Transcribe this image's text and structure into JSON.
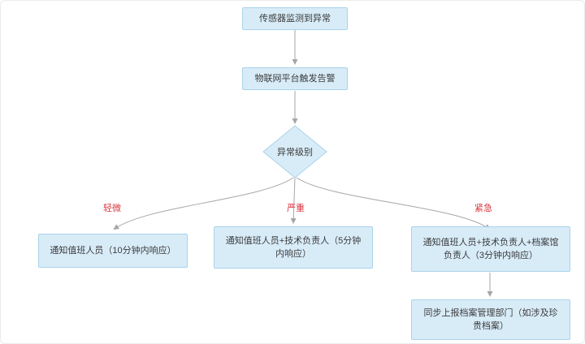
{
  "flowchart": {
    "nodes": {
      "sensor": {
        "label": "传感器监测到异常"
      },
      "platform": {
        "label": "物联网平台触发告警"
      },
      "decision": {
        "label": "异常级别"
      },
      "minor_action": {
        "label": "通知值班人员（10分钟内响应）"
      },
      "severe_action": {
        "label": "通知值班人员+技术负责人（5分钟内响应）"
      },
      "urgent_action": {
        "label": "通知值班人员+技术负责人+档案馆负责人（3分钟内响应）"
      },
      "report": {
        "label": "同步上报档案管理部门（如涉及珍贵档案）"
      }
    },
    "branch_labels": {
      "minor": "轻微",
      "severe": "严重",
      "urgent": "紧急"
    },
    "colors": {
      "node_fill": "#d8ecf8",
      "node_border": "#a9d3ea",
      "branch_label": "#d9363e",
      "connector": "#a6a6a6"
    }
  }
}
